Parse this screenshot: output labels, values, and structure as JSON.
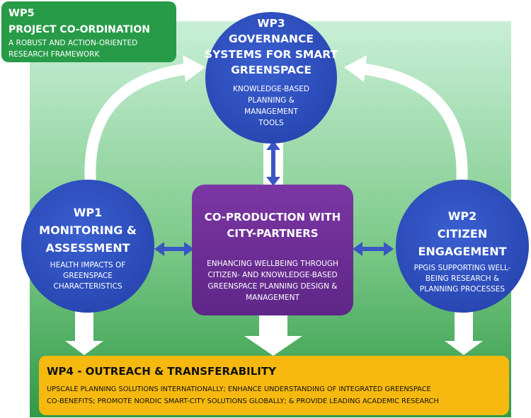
{
  "colors": {
    "green_top": "#c9efd7",
    "green_bottom": "#2f9a45",
    "circle_blue": "#2e50c0",
    "center_purple": "#6f2f96",
    "wp5_green": "#279b47",
    "wp4_yellow": "#f7b90f",
    "arrow_white": "#ffffff",
    "arrow_blue": "#3a56c4"
  },
  "wp5": {
    "title": "WP5",
    "subtitle": "PROJECT CO-ORDINATION",
    "desc_line1": "A ROBUST AND ACTION-ORIENTED",
    "desc_line2": "RESEARCH FRAMEWORK"
  },
  "wp3": {
    "title_line1": "WP3",
    "title_line2": "GOVERNANCE",
    "title_line3": "SYSTEMS FOR SMART",
    "title_line4": "GREENSPACE",
    "desc_line1": "KNOWLEDGE-BASED",
    "desc_line2": "PLANNING &",
    "desc_line3": "MANAGEMENT",
    "desc_line4": "TOOLS"
  },
  "wp1": {
    "title_line1": "WP1",
    "title_line2": "MONITORING &",
    "title_line3": "ASSESSMENT",
    "desc_line1": "HEALTH IMPACTS OF",
    "desc_line2": "GREENSPACE",
    "desc_line3": "CHARACTERISTICS"
  },
  "wp2": {
    "title_line1": "WP2",
    "title_line2": "CITIZEN",
    "title_line3": "ENGAGEMENT",
    "desc_line1": "PPGIS SUPPORTING WELL-",
    "desc_line2": "BEING RESEARCH &",
    "desc_line3": "PLANNING PROCESSES"
  },
  "center": {
    "title_line1": "CO-PRODUCTION WITH",
    "title_line2": "CITY-PARTNERS",
    "desc_line1": "ENHANCING WELLBEING THROUGH",
    "desc_line2": "CITIZEN- AND KNOWLEDGE-BASED",
    "desc_line3": "GREENSPACE PLANNING DESIGN &",
    "desc_line4": "MANAGEMENT"
  },
  "wp4": {
    "title": "WP4 - OUTREACH & TRANSFERABILITY",
    "desc_line1": "UPSCALE PLANNING SOLUTIONS INTERNATIONALLY; ENHANCE UNDERSTANDING OF INTEGRATED GREENSPACE",
    "desc_line2": "CO-BENEFITS; PROMOTE NORDIC SMART-CITY SOLUTIONS GLOBALLY;  & PROVIDE LEADING ACADEMIC RESEARCH"
  }
}
